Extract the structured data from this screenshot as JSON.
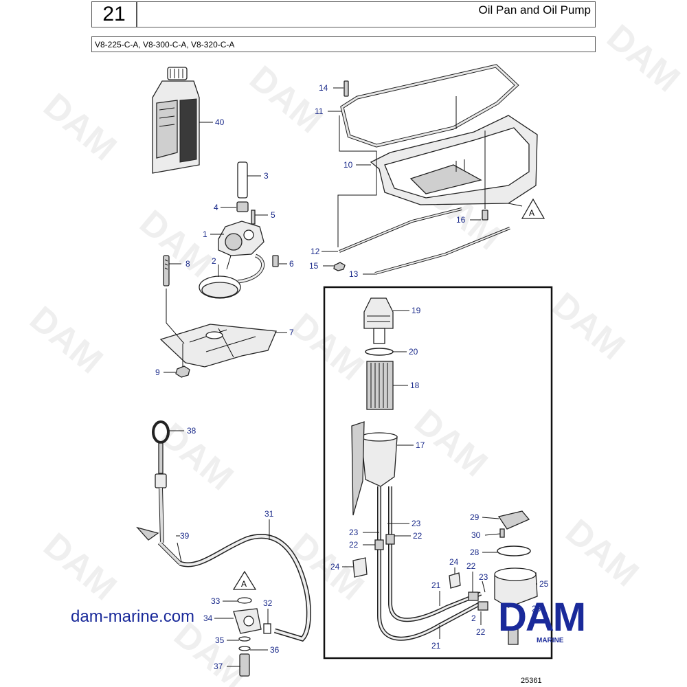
{
  "header": {
    "section_number": "21",
    "title": "Oil Pan and Oil Pump",
    "models": "V8-225-C-A, V8-300-C-A, V8-320-C-A"
  },
  "callouts": {
    "c1": "1",
    "c2": "2",
    "c3": "3",
    "c4": "4",
    "c5": "5",
    "c6": "6",
    "c7": "7",
    "c8": "8",
    "c9": "9",
    "c10": "10",
    "c11": "11",
    "c12": "12",
    "c13": "13",
    "c14": "14",
    "c15": "15",
    "c16": "16",
    "c17": "17",
    "c18": "18",
    "c19": "19",
    "c20": "20",
    "c21a": "21",
    "c21b": "21",
    "c22a": "22",
    "c22b": "22",
    "c22c": "22",
    "c22d": "22",
    "c23a": "23",
    "c23b": "23",
    "c23c": "23",
    "c24a": "24",
    "c24b": "24",
    "c25": "25",
    "c26": "26",
    "c27": "2",
    "c28": "28",
    "c29": "29",
    "c30": "30",
    "c31": "31",
    "c32": "32",
    "c33": "33",
    "c34": "34",
    "c35": "35",
    "c36": "36",
    "c37": "37",
    "c38": "38",
    "c39": "39",
    "c40": "40"
  },
  "references": {
    "ref_a_top": "A",
    "ref_a_bottom": "A"
  },
  "watermark": "DAM",
  "footer": {
    "site_url": "dam-marine.com",
    "logo_text": "DAM",
    "logo_sub": "MARINE",
    "figure_number": "25361"
  }
}
